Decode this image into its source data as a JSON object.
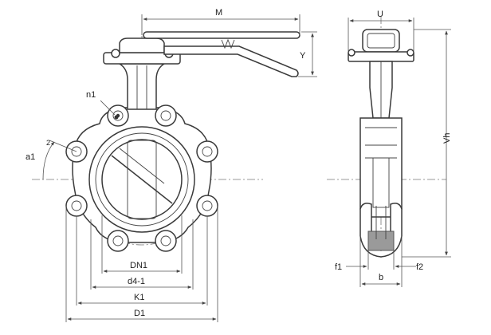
{
  "labels": {
    "M": "M",
    "Y": "Y",
    "n1": "n1",
    "a1": "a1",
    "DN1": "DN1",
    "d4_1": "d4-1",
    "K1": "K1",
    "D1": "D1",
    "U": "U",
    "Vh": "Vh",
    "f1": "f1",
    "f2": "f2",
    "b": "b"
  },
  "colors": {
    "line": "#3a3a3a",
    "dimension": "#555555",
    "centerline": "#777777",
    "background": "#ffffff"
  }
}
